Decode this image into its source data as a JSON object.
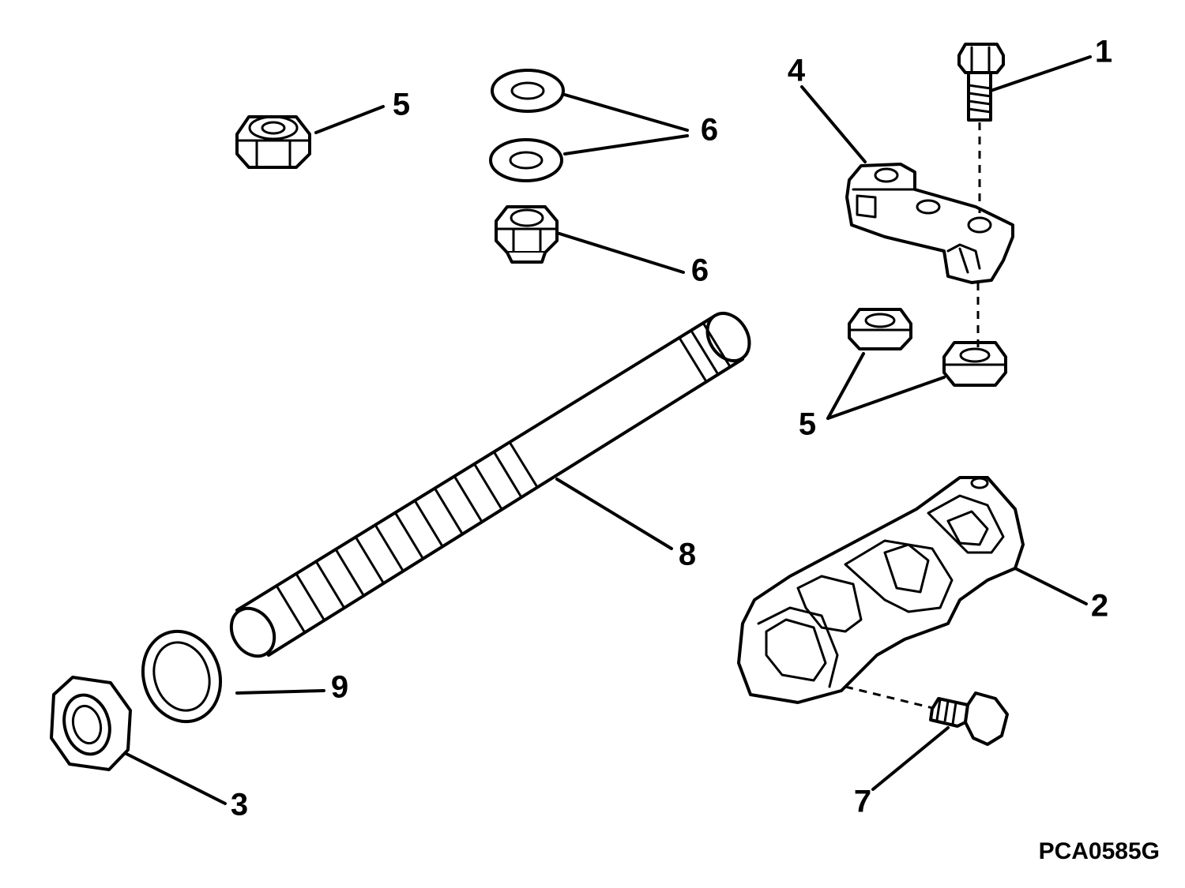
{
  "figure_id": "PCA0585G",
  "callouts": {
    "c1": "1",
    "c2": "2",
    "c3": "3",
    "c4": "4",
    "c5a": "5",
    "c5b": "5",
    "c6a": "6",
    "c6b": "6",
    "c7": "7",
    "c8": "8",
    "c9": "9"
  }
}
